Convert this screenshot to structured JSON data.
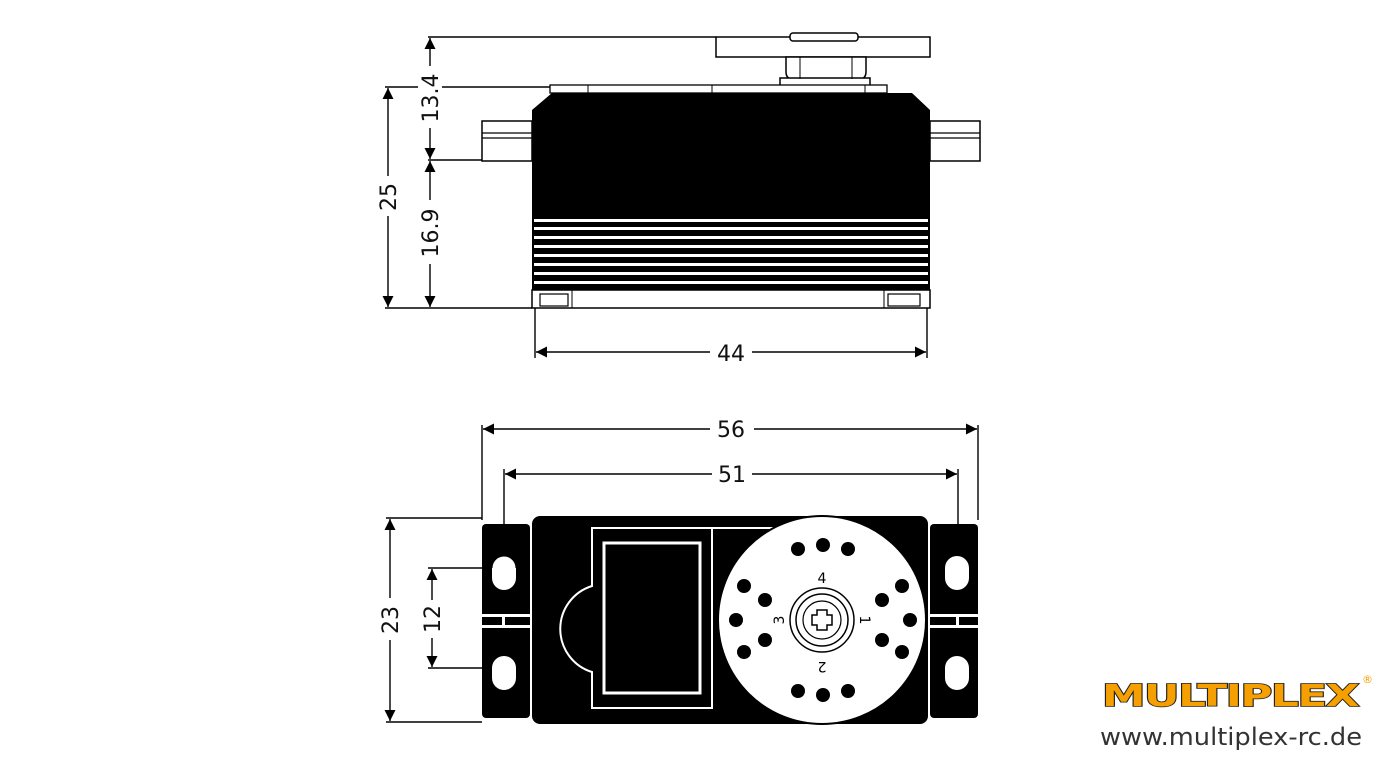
{
  "side_view": {
    "dim_total_height": "25",
    "dim_upper": "13.4",
    "dim_lower": "16.9",
    "dim_width": "44"
  },
  "top_view": {
    "dim_overall_width": "56",
    "dim_hole_spacing": "51",
    "dim_height": "23",
    "dim_hole_vertical": "12",
    "horn_labels": [
      "4",
      "3",
      "2",
      "1"
    ]
  },
  "brand": {
    "logo": "MULTIPLEX",
    "registered": "®",
    "url": "www.multiplex-rc.de",
    "logo_color": "#f5a000",
    "logo_outline": "#222222"
  }
}
